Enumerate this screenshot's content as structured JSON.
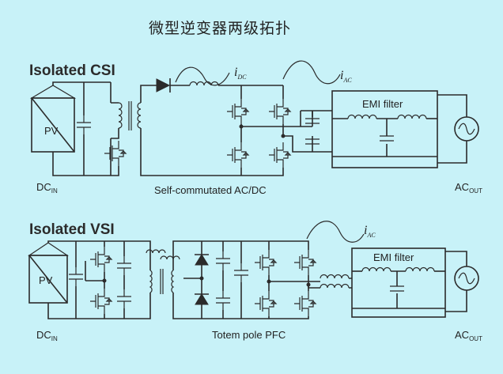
{
  "title": "微型逆变器两级拓扑",
  "top": {
    "heading": "Isolated CSI",
    "current_dc": "i",
    "current_dc_sub": "DC",
    "current_ac": "i",
    "current_ac_sub": "AC",
    "source_label": "PV",
    "dc_label": "DC",
    "dc_sub": "IN",
    "stage_label": "Self-commutated AC/DC",
    "filter_label": "EMI filter",
    "ac_label": "AC",
    "ac_sub": "OUT"
  },
  "bottom": {
    "heading": "Isolated VSI",
    "current_ac": "i",
    "current_ac_sub": "AC",
    "source_label": "PV",
    "dc_label": "DC",
    "dc_sub": "IN",
    "stage_label": "Totem pole PFC",
    "filter_label": "EMI filter",
    "ac_label": "AC",
    "ac_sub": "OUT"
  },
  "colors": {
    "background": "#c8f2f8",
    "line": "#2b2b2b"
  }
}
